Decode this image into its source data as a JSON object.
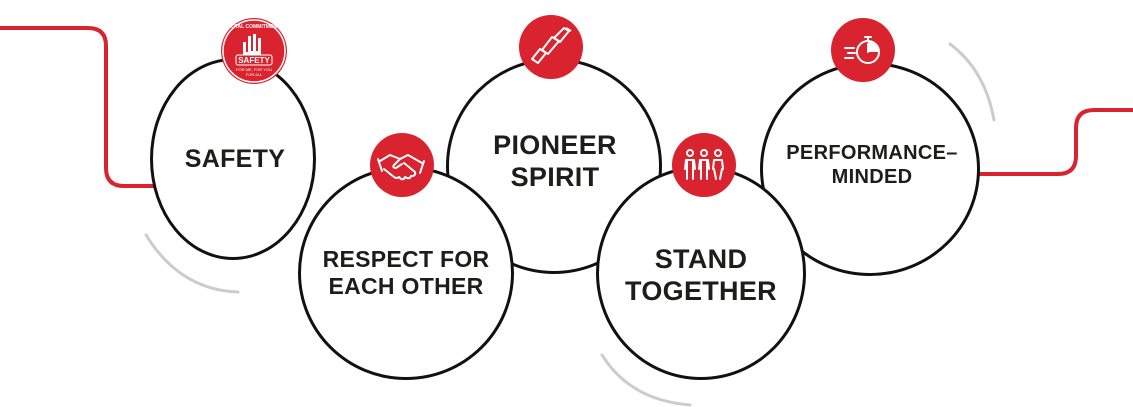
{
  "values": [
    {
      "id": "safety",
      "lines": [
        "SAFETY"
      ],
      "icon": "safety-hand-badge-icon",
      "badge_text": {
        "top": "TOTAL COMMITMENT",
        "main": "SAFETY",
        "sub1": "FOR ME, FOR YOU",
        "sub2": "FOR ALL"
      }
    },
    {
      "id": "respect",
      "lines": [
        "RESPECT FOR",
        "EACH OTHER"
      ],
      "icon": "handshake-icon"
    },
    {
      "id": "pioneer",
      "lines": [
        "PIONEER",
        "SPIRIT"
      ],
      "icon": "telescope-icon"
    },
    {
      "id": "stand",
      "lines": [
        "STAND",
        "TOGETHER"
      ],
      "icon": "people-group-icon"
    },
    {
      "id": "performance",
      "lines": [
        "PERFORMANCE–",
        "MINDED"
      ],
      "icon": "stopwatch-icon"
    }
  ],
  "colors": {
    "accent": "#d9232e",
    "outline": "#111111",
    "text": "#1d1d1b",
    "arc": "#c8c8c8"
  }
}
